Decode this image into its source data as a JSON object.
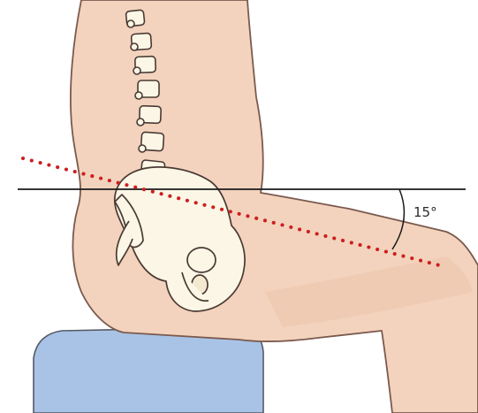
{
  "figure": {
    "angle_label": "15°",
    "angle_degrees": 15,
    "colors": {
      "skin": "#f3d3bd",
      "skin_shade": "#e9bfa4",
      "outline": "#7a5a4e",
      "bone": "#fbf6e6",
      "bone_outline": "#4a3a34",
      "seat": "#a9c3e6",
      "seat_outline": "#555a66",
      "reference_line": "#1a1a1a",
      "pelvic_tilt_line": "#cc1f1f"
    },
    "elements": [
      "spine",
      "pelvis",
      "torso",
      "thigh",
      "seat",
      "horizontal-reference-line",
      "pelvic-tilt-dotted-line",
      "angle-arc"
    ]
  }
}
